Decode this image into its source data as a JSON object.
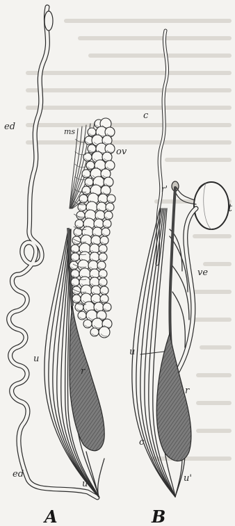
{
  "figure": {
    "panels": [
      {
        "letter": "A",
        "labels": {
          "ed_top": "ed",
          "ms": "ms",
          "ov": "ov",
          "u": "u",
          "r": "r",
          "ed_bottom": "ed",
          "u_prime": "u'"
        }
      },
      {
        "letter": "B",
        "labels": {
          "c_top": "c",
          "r_prime": "r'",
          "t": "t",
          "ve": "ve",
          "u": "u",
          "r": "r",
          "c_bottom": "c",
          "u_prime": "u'"
        }
      }
    ],
    "colors": {
      "paper": "#f4f3f0",
      "ink": "#2a2a2a",
      "rectum_fill": "#707070",
      "show_through": "#dddad4"
    }
  }
}
